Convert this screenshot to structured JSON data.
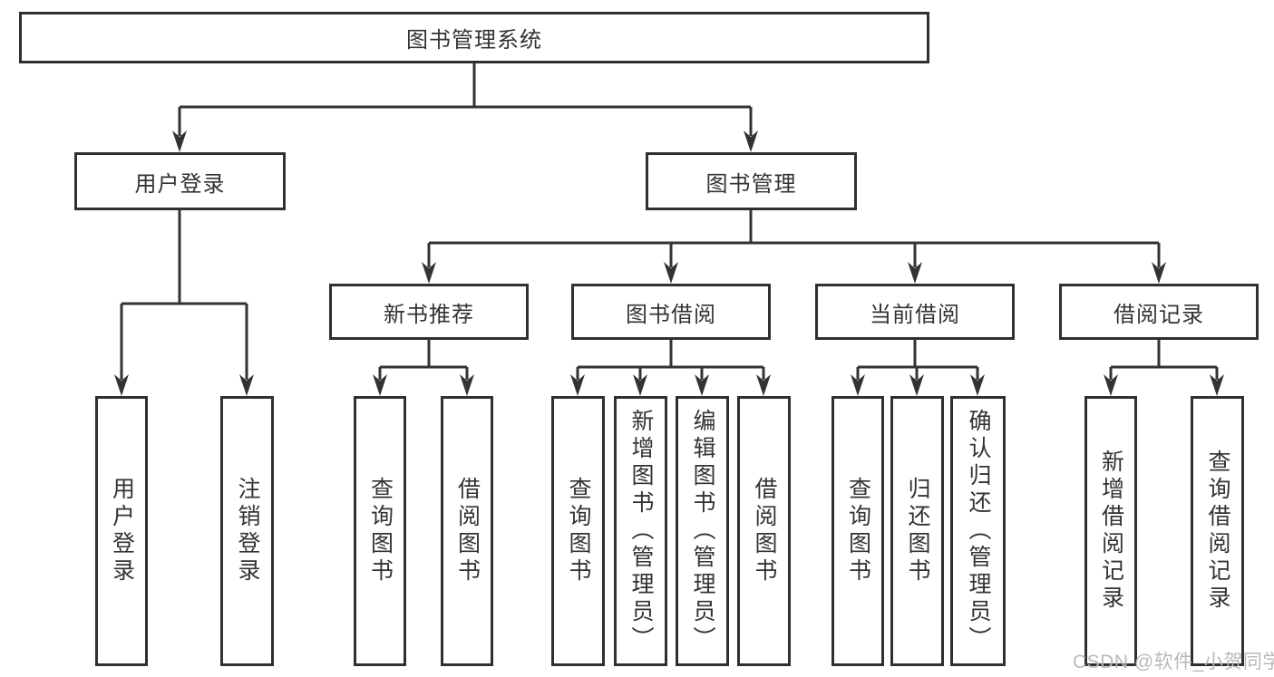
{
  "tree": {
    "root_label": "图书管理系统",
    "branches": [
      {
        "label": "用户登录",
        "children": [
          {
            "label": "用户登录"
          },
          {
            "label": "注销登录"
          }
        ]
      },
      {
        "label": "图书管理",
        "children": [
          {
            "label": "新书推荐",
            "children": [
              {
                "label": "查询图书"
              },
              {
                "label": "借阅图书"
              }
            ]
          },
          {
            "label": "图书借阅",
            "children": [
              {
                "label": "查询图书"
              },
              {
                "label": "新增图书（管理员）"
              },
              {
                "label": "编辑图书（管理员）"
              },
              {
                "label": "借阅图书"
              }
            ]
          },
          {
            "label": "当前借阅",
            "children": [
              {
                "label": "查询图书"
              },
              {
                "label": "归还图书"
              },
              {
                "label": "确认归还（管理员）"
              }
            ]
          },
          {
            "label": "借阅记录",
            "children": [
              {
                "label": "新增借阅记录"
              },
              {
                "label": "查询借阅记录"
              }
            ]
          }
        ]
      }
    ]
  },
  "watermark": "CSDN @软件_小贺同学",
  "colors": {
    "line": "#333333",
    "box_border": "#303030",
    "text": "#333333",
    "watermark": "#b9b9b9",
    "background": "#ffffff"
  }
}
